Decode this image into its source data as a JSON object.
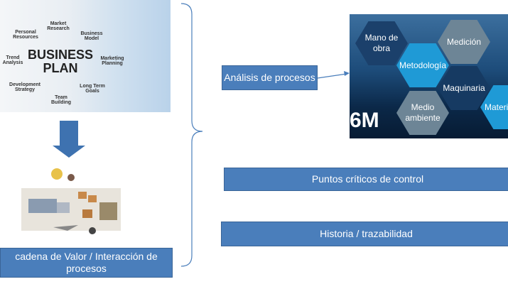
{
  "business_plan": {
    "title": "BUSINESS PLAN",
    "labels": [
      "Market Research",
      "Business Model",
      "Marketing Planning",
      "Long Term Goals",
      "Team Building",
      "Development Strategy",
      "Trend Analysis",
      "Personal Resources"
    ]
  },
  "six_m": {
    "title": "6M",
    "hexes": [
      "Mano de obra",
      "Medición",
      "Metodología",
      "Maquinaria",
      "Medio ambiente",
      "Materi"
    ]
  },
  "boxes": {
    "analisis": "Análisis de procesos",
    "puntos": "Puntos críticos de control",
    "historia": "Historia / trazabilidad",
    "cadena": "cadena de Valor / Interacción de procesos"
  },
  "colors": {
    "box": "#4a7ebb",
    "hex_dark": "#1b406b",
    "hex_light": "#1f9ad6",
    "hex_gray": "#6d8596"
  }
}
